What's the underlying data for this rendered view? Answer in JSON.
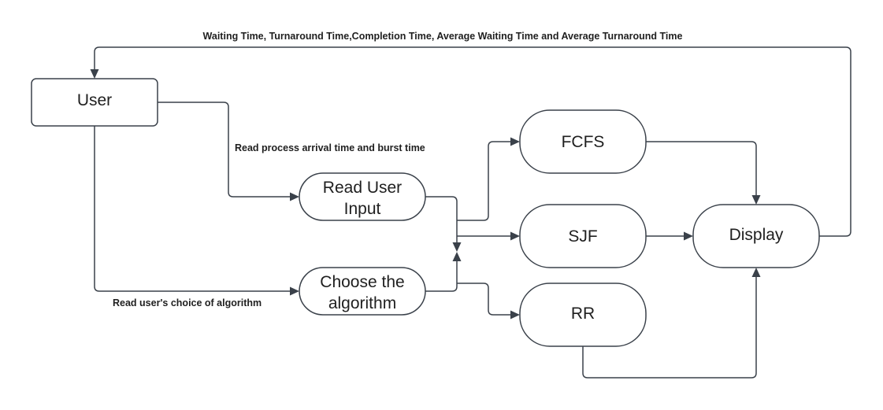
{
  "nodes": {
    "user": {
      "label": "User"
    },
    "read_input": {
      "label_line1": "Read User",
      "label_line2": "Input"
    },
    "choose_algorithm": {
      "label_line1": "Choose the",
      "label_line2": "algorithm"
    },
    "fcfs": {
      "label": "FCFS"
    },
    "sjf": {
      "label": "SJF"
    },
    "rr": {
      "label": "RR"
    },
    "display": {
      "label": "Display"
    }
  },
  "edge_labels": {
    "output_feedback": "Waiting Time, Turnaround Time,Completion Time, Average Waiting Time and Average Turnaround Time",
    "read_process": "Read process arrival time and burst time",
    "read_choice": "Read user's choice of algorithm"
  },
  "colors": {
    "stroke": "#3a414a",
    "text": "#1f1f1f",
    "fill": "#ffffff"
  }
}
